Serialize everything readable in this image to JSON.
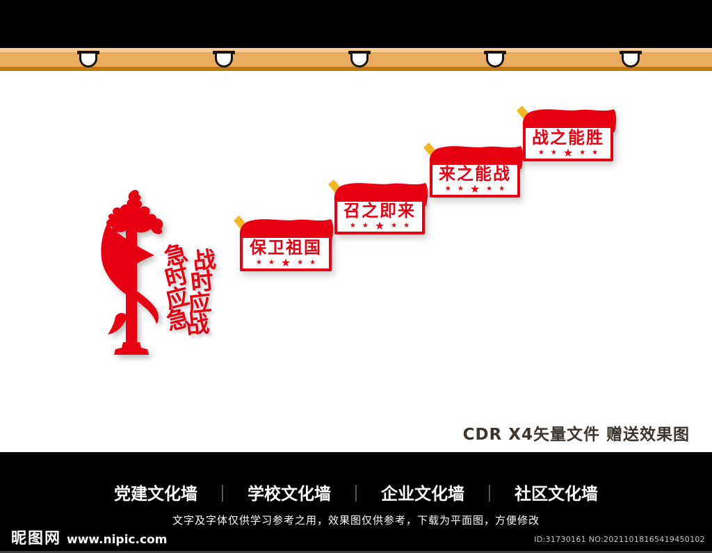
{
  "colors": {
    "primary_red": "#e60012",
    "pole_gold": "#f0b81e",
    "beam_light": "#f8cc90",
    "beam_main": "#e9ab60",
    "beam_dark": "#c17a12",
    "footer_bg": "#000000"
  },
  "slogan": {
    "left_column": "急时应急",
    "right_column": "战时应战"
  },
  "stars": {
    "glyph": "★",
    "count": 5,
    "big_index": 2
  },
  "banners": [
    {
      "label": "保卫祖国"
    },
    {
      "label": "召之即来"
    },
    {
      "label": "来之能战"
    },
    {
      "label": "战之能胜"
    }
  ],
  "note": {
    "text": "CDR X4矢量文件  赠送效果图"
  },
  "footer": {
    "categories": [
      "党建文化墙",
      "学校文化墙",
      "企业文化墙",
      "社区文化墙"
    ],
    "separator": "｜",
    "disclaimer": "文字及字体仅供学习参考之用，效果图仅供参考，下载为平面图，方便修改",
    "site_name": "昵图网",
    "site_url": "www.nipic.com",
    "image_id": "ID:31730161 NO:20211018165419450102"
  }
}
